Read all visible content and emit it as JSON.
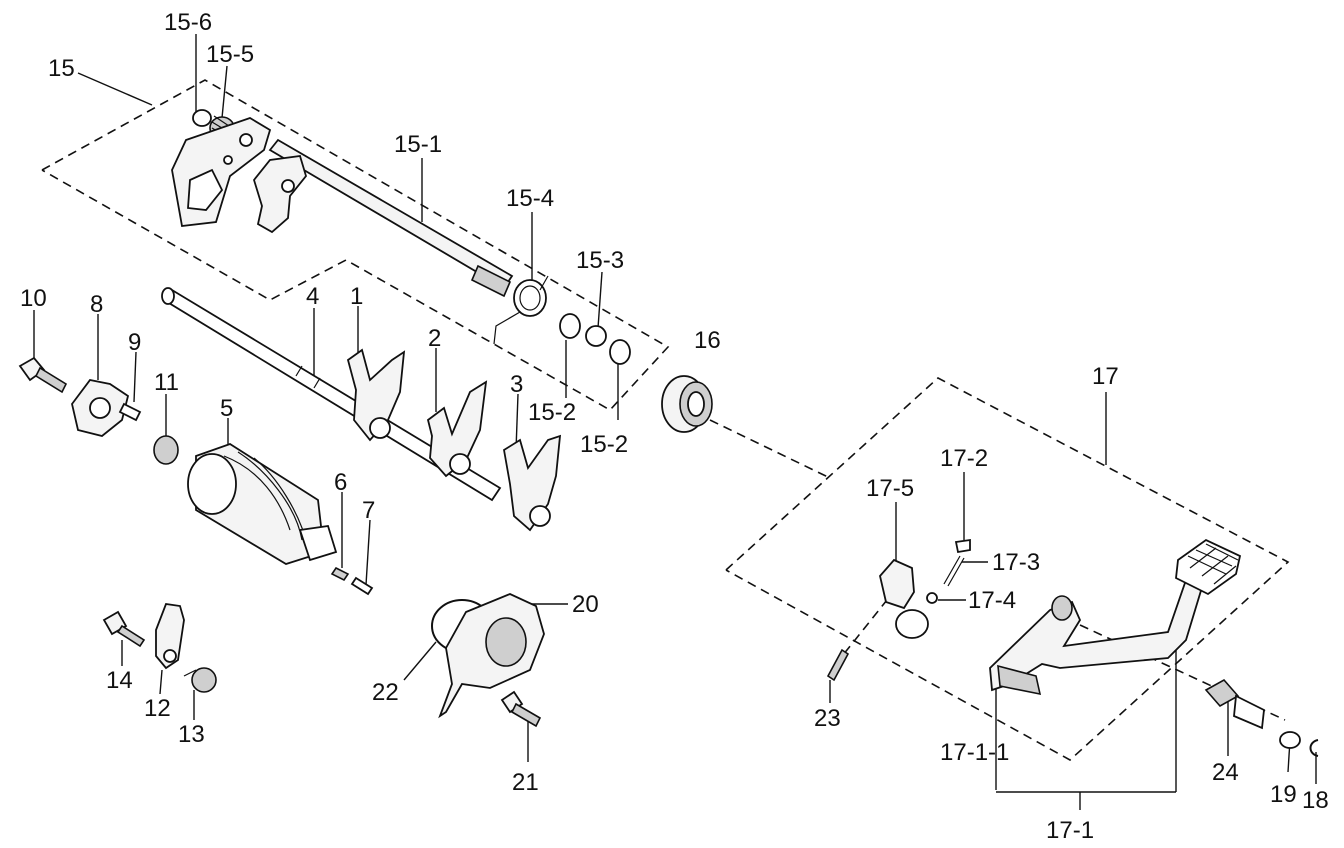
{
  "diagram": {
    "labels": {
      "l15": "15",
      "l15_6": "15-6",
      "l15_5": "15-5",
      "l15_1": "15-1",
      "l15_4": "15-4",
      "l15_3": "15-3",
      "l15_2a": "15-2",
      "l15_2b": "15-2",
      "l16": "16",
      "l17": "17",
      "l17_2": "17-2",
      "l17_5": "17-5",
      "l17_3": "17-3",
      "l17_4": "17-4",
      "l17_1_1": "17-1-1",
      "l17_1": "17-1",
      "l10": "10",
      "l8": "8",
      "l9": "9",
      "l11": "11",
      "l4": "4",
      "l1": "1",
      "l2": "2",
      "l3": "3",
      "l5": "5",
      "l6": "6",
      "l7": "7",
      "l14": "14",
      "l12": "12",
      "l13": "13",
      "l20": "20",
      "l22": "22",
      "l21": "21",
      "l23": "23",
      "l24": "24",
      "l19": "19",
      "l18": "18"
    }
  }
}
